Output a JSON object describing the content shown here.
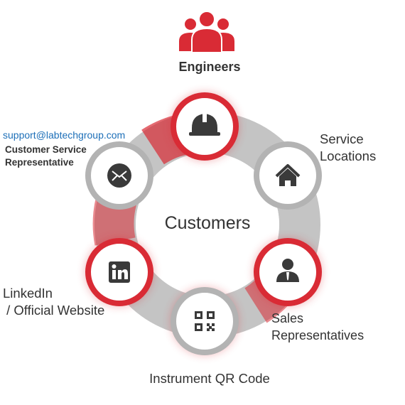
{
  "diagram": {
    "top_label": "Engineers",
    "center_label": "Customers",
    "nodes": {
      "engineers": {
        "icon": "hard-hat-icon",
        "ring_color": "#d92b35"
      },
      "service_locations": {
        "label_line1": "Service",
        "label_line2": "Locations",
        "icon": "home-icon",
        "ring_color": "#b3b3b3"
      },
      "sales": {
        "label_line1": "Sales",
        "label_line2": "Representatives",
        "icon": "person-tie-icon",
        "ring_color": "#d92b35"
      },
      "qr": {
        "label": "Instrument QR Code",
        "icon": "qr-code-icon",
        "ring_color": "#b3b3b3"
      },
      "linkedin": {
        "label_line1": "LinkedIn",
        "label_line2": " / Official Website",
        "icon": "linkedin-icon",
        "ring_color": "#d92b35"
      },
      "email": {
        "email": "support@labtechgroup.com",
        "label_line1": "Customer Service",
        "label_line2": "Representative",
        "icon": "envelope-icon",
        "ring_color": "#b3b3b3"
      }
    },
    "colors": {
      "accent": "#d92b35",
      "gray_ring": "#b3b3b3",
      "icon_dark": "#3a3a3a",
      "link": "#1d6fb8"
    }
  }
}
